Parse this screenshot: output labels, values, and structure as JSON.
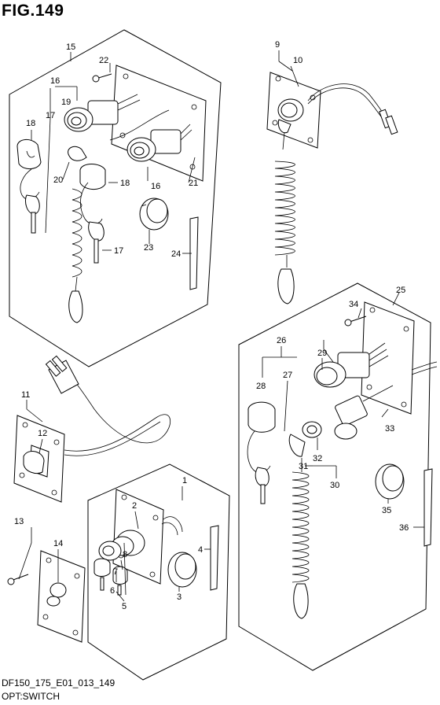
{
  "header": {
    "figure_title": "FIG.149"
  },
  "footer": {
    "code": "DF150_175_E01_013_149",
    "caption": "OPT:SWITCH"
  },
  "part_numbers": {
    "p1": "1",
    "p2": "2",
    "p3": "3",
    "p4": "4",
    "p5": "5",
    "p6": "6",
    "p7": "7",
    "p8": "8",
    "p9": "9",
    "p10": "10",
    "p11": "11",
    "p12": "12",
    "p13": "13",
    "p14": "14",
    "p15": "15",
    "p16a": "16",
    "p16b": "16",
    "p17a": "17",
    "p17b": "17",
    "p18a": "18",
    "p18b": "18",
    "p19": "19",
    "p20": "20",
    "p21": "21",
    "p22": "22",
    "p23": "23",
    "p24": "24",
    "p25": "25",
    "p26": "26",
    "p27": "27",
    "p28": "28",
    "p29": "29",
    "p30": "30",
    "p31": "31",
    "p32": "32",
    "p33": "33",
    "p34": "34",
    "p35": "35",
    "p36": "36"
  }
}
